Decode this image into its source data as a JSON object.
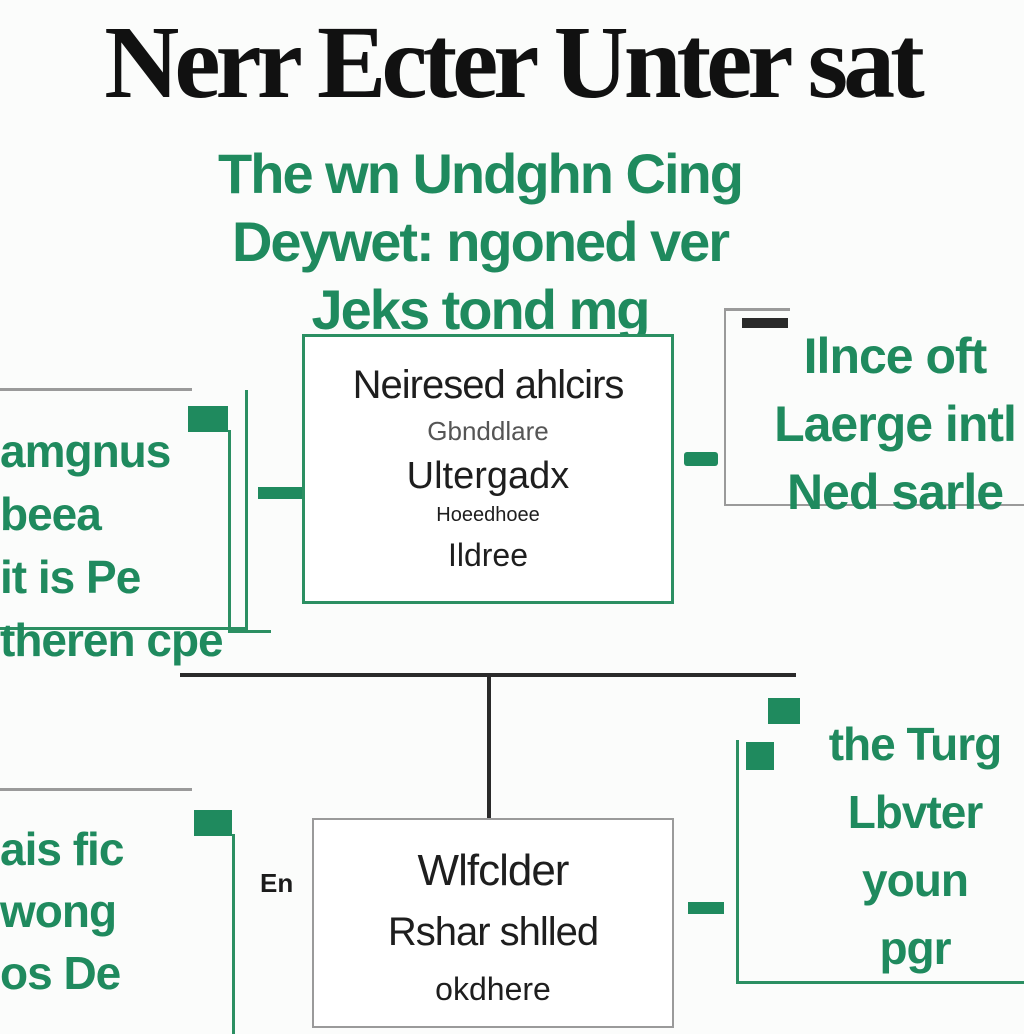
{
  "title": "Nerr Ecter Unter sat",
  "subtitle": [
    "The wn Undghn Cing",
    "Deywet: ngoned ver",
    "Jeks tond mg"
  ],
  "center_box": {
    "line1": "Neiresed ahlcirs",
    "line2": "Gbnddlare",
    "line3": "Ultergadx",
    "line4": "Hoeedhoee",
    "line5": "Ildree"
  },
  "left_box": [
    "amgnus",
    "beea",
    "it is Pe",
    "theren cpe"
  ],
  "right_box": [
    "Ilnce oft",
    "Laerge intl",
    "Ned sarle"
  ],
  "bottom_center_box": {
    "line1": "Wlfclder",
    "line2": "Rshar shlled",
    "line3": "okdhere"
  },
  "bottom_left_box": [
    "ais fic",
    "wong",
    "os De"
  ],
  "bottom_left_side_label": "En",
  "bottom_right_box": [
    "the Turg",
    "Lbvter",
    "youn",
    "pgr"
  ],
  "colors": {
    "accent_green": "#1f8a5e",
    "line_dark": "#2a2a2a",
    "background": "#fbfcfb"
  }
}
